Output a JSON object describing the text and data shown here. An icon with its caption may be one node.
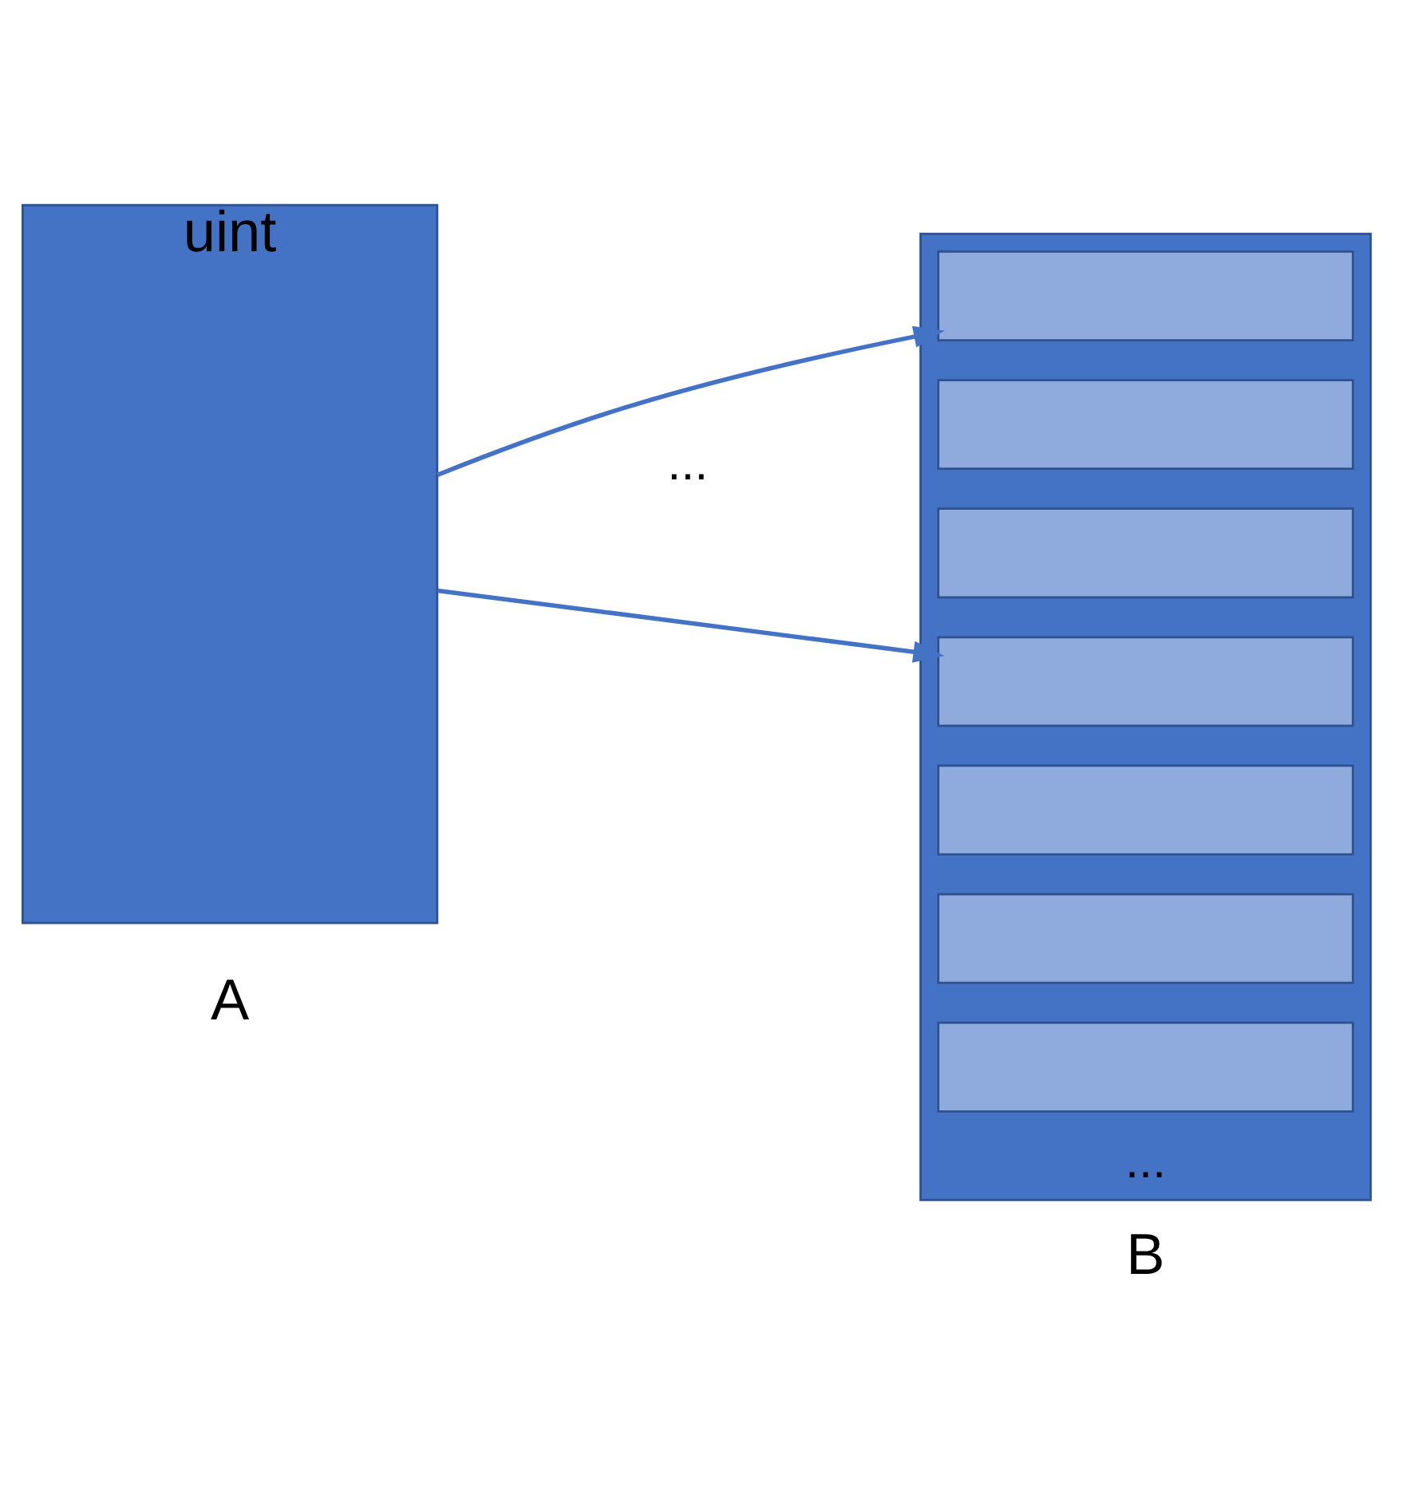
{
  "diagram": {
    "nodes": [
      {
        "text": [
          "uint"
        ],
        "beside": [
          "A"
        ]
      },
      {
        "text": [
          "..."
        ],
        "beside": [
          "B"
        ]
      },
      {
        "text": [],
        "shape": "box",
        "in": 1
      },
      {
        "text": [],
        "shape": "box",
        "in": 1
      },
      {
        "text": [],
        "shape": "box",
        "in": 1
      },
      {
        "text": [],
        "shape": "box",
        "in": 1
      },
      {
        "text": [],
        "shape": "box",
        "in": 1
      },
      {
        "text": [],
        "shape": "box",
        "in": 1
      },
      {
        "text": [],
        "shape": "box",
        "in": 1
      }
    ],
    "edges": [
      {
        "from": 0,
        "to": 2,
        "arrow": "to"
      },
      {
        "from": 0,
        "to": 5,
        "arrow": "to"
      }
    ],
    "labels": [
      "..."
    ]
  }
}
